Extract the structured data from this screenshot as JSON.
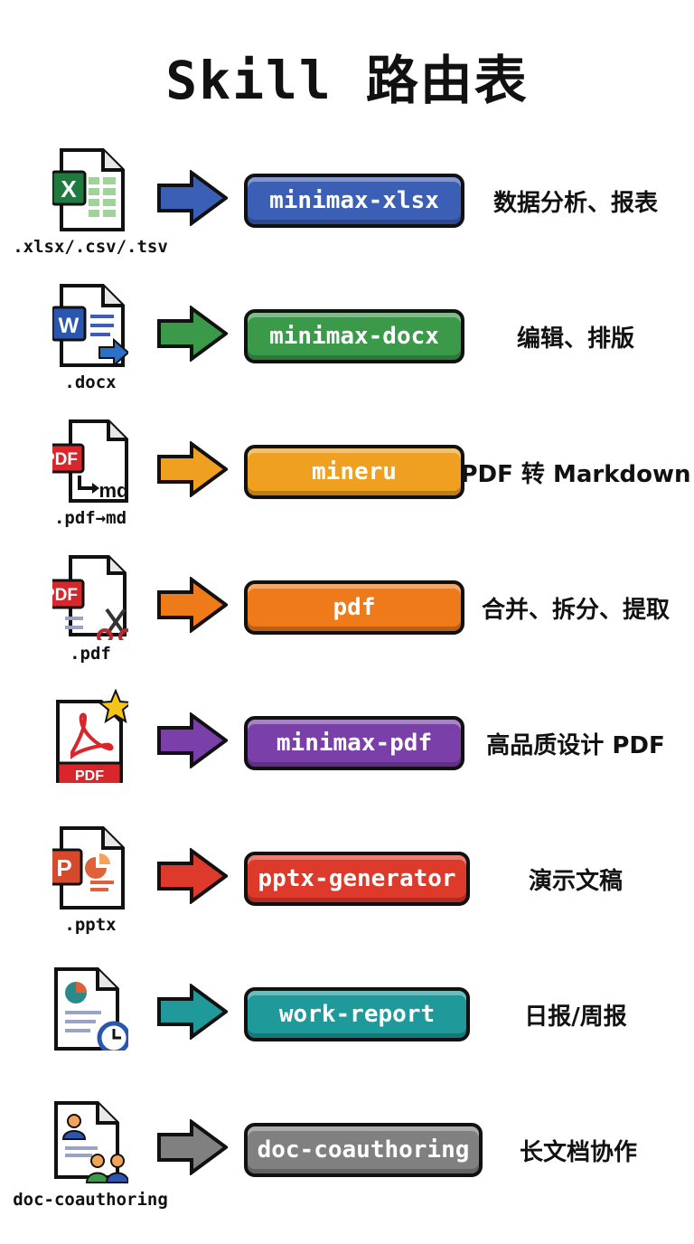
{
  "title": "Skill 路由表",
  "rows": [
    {
      "file_label": ".xlsx/.csv/.tsv",
      "skill": "minimax-xlsx",
      "description": "数据分析、报表",
      "color": "#3b5fb5",
      "icon": "excel-file-icon"
    },
    {
      "file_label": ".docx",
      "skill": "minimax-docx",
      "description": "编辑、排版",
      "color": "#3a9a4a",
      "icon": "word-file-icon"
    },
    {
      "file_label": ".pdf→md",
      "skill": "mineru",
      "description": "PDF 转 Markdown",
      "color": "#f0a020",
      "icon": "pdf-to-md-icon"
    },
    {
      "file_label": ".pdf",
      "skill": "pdf",
      "description": "合并、拆分、提取",
      "color": "#ef7a1a",
      "icon": "pdf-scissors-icon"
    },
    {
      "file_label": "",
      "skill": "minimax-pdf",
      "description": "高品质设计 PDF",
      "color": "#7a3fa8",
      "icon": "acrobat-star-icon"
    },
    {
      "file_label": ".pptx",
      "skill": "pptx-generator",
      "description": "演示文稿",
      "color": "#de3a2c",
      "icon": "powerpoint-file-icon"
    },
    {
      "file_label": "",
      "skill": "work-report",
      "description": "日报/周报",
      "color": "#20999a",
      "icon": "report-clock-icon"
    },
    {
      "file_label": "doc-coauthoring",
      "skill": "doc-coauthoring",
      "description": "长文档协作",
      "color": "#808080",
      "icon": "coauthor-users-icon"
    }
  ]
}
